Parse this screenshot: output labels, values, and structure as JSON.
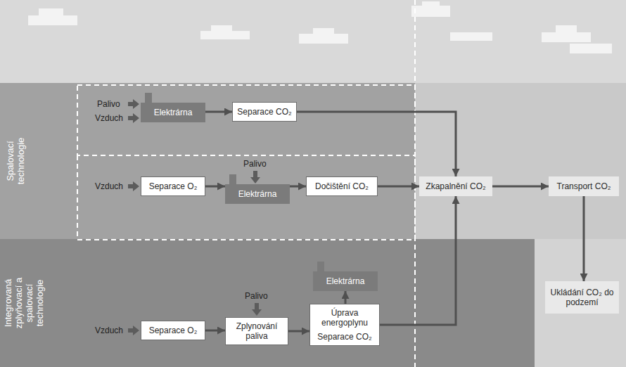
{
  "diagram": {
    "nodes": [
      {
        "text": [
          "Spalovací technologie"
        ]
      },
      {
        "text": [
          "Elektrárna"
        ],
        "in": 0
      },
      {
        "text": [
          "Separace CO₂"
        ],
        "in": 0
      },
      {
        "text": [
          "Separace O₂"
        ],
        "in": 0
      },
      {
        "text": [
          "Elektrárna"
        ],
        "in": 0
      },
      {
        "text": [
          "Dočištění CO₂"
        ],
        "in": 0
      },
      {
        "text": [
          "Zkapalnění CO₂"
        ]
      },
      {
        "text": [
          "Transport CO₂"
        ]
      },
      {
        "text": [
          "Integrovaná zplyňovací a spalovací technologie"
        ]
      },
      {
        "text": [
          "Elektrárna"
        ],
        "in": 8
      },
      {
        "text": [
          "Separace O₂"
        ],
        "in": 8
      },
      {
        "text": [
          "Zplynování paliva"
        ],
        "in": 8
      },
      {
        "text": [
          "Úprava energoplynu",
          "Separace CO₂"
        ],
        "in": 8
      },
      {
        "text": [
          "Ukládání CO₂ do podzemí"
        ]
      }
    ],
    "edges": [
      {
        "from": 1,
        "to": 2,
        "arrow": "to"
      },
      {
        "from": 2,
        "to": 6,
        "arrow": "to"
      },
      {
        "from": 3,
        "to": 4,
        "arrow": "to"
      },
      {
        "from": 4,
        "to": 5,
        "arrow": "to"
      },
      {
        "from": 5,
        "to": 6,
        "arrow": "to"
      },
      {
        "from": 6,
        "to": 7,
        "arrow": "to"
      },
      {
        "from": 7,
        "to": 13,
        "arrow": "to"
      },
      {
        "from": 10,
        "to": 11,
        "arrow": "to"
      },
      {
        "from": 11,
        "to": 12,
        "arrow": "to"
      },
      {
        "from": 12,
        "to": 9,
        "arrow": "to"
      },
      {
        "from": 12,
        "to": 6,
        "arrow": "to"
      }
    ],
    "labels": [
      "Palivo",
      "Vzduch",
      "Palivo",
      "Vzduch",
      "Palivo",
      "Vzduch"
    ]
  }
}
